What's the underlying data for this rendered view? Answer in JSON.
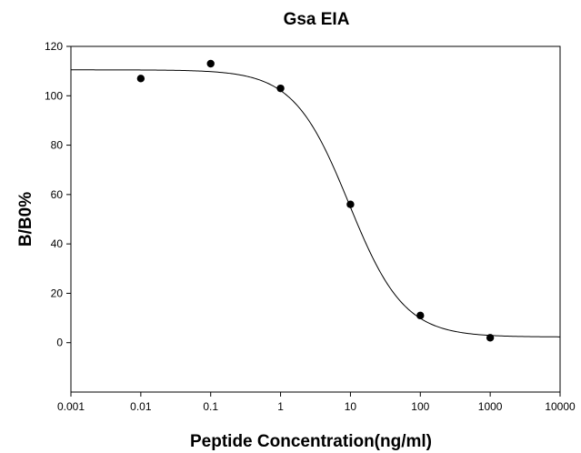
{
  "chart_data": {
    "type": "scatter",
    "title": "Gsa EIA",
    "xlabel": "Peptide Concentration(ng/ml)",
    "ylabel": "B/B0%",
    "x_scale": "log",
    "xlim": [
      0.001,
      10000
    ],
    "ylim": [
      -20,
      120
    ],
    "x_ticks": [
      0.001,
      0.01,
      0.1,
      1,
      10,
      100,
      1000,
      10000
    ],
    "x_tick_labels": [
      "0.001",
      "0.01",
      "0.1",
      "1",
      "10",
      "100",
      "1000",
      "10000"
    ],
    "y_ticks": [
      0,
      20,
      40,
      60,
      80,
      100,
      120
    ],
    "y_tick_labels": [
      "0",
      "20",
      "40",
      "60",
      "80",
      "100",
      "120"
    ],
    "grid": false,
    "legend": "none",
    "points": {
      "x": [
        0.01,
        0.1,
        1,
        10,
        100,
        1000
      ],
      "y": [
        107,
        113,
        103,
        56,
        11,
        2
      ]
    },
    "fit_curve": {
      "type": "4PL",
      "top": 110.5,
      "bottom": 2.3,
      "ec50": 9.5,
      "hill": 1.1
    },
    "colors": {
      "points": "#000000",
      "curve": "#000000",
      "axes": "#000000",
      "background": "#ffffff"
    }
  }
}
